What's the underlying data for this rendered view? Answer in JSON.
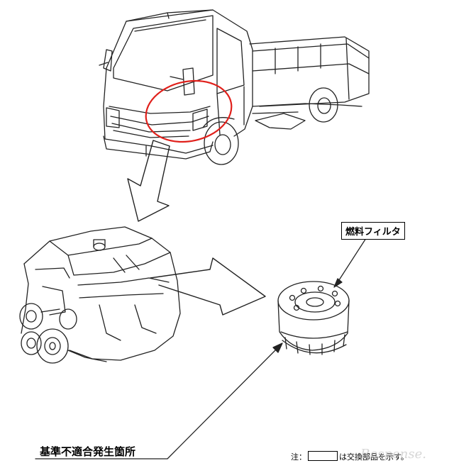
{
  "labels": {
    "fuel_filter": "燃料フィルタ",
    "defect_location": "基準不適合発生箇所",
    "note_prefix": "注：",
    "note_suffix": "は交換部品を示す。"
  },
  "watermark": "Response.",
  "colors": {
    "line": "#222222",
    "highlight_circle": "#e0201b",
    "background": "#ffffff"
  },
  "icons": [
    "truck-illustration",
    "engine-illustration",
    "fuel-filter-illustration"
  ]
}
